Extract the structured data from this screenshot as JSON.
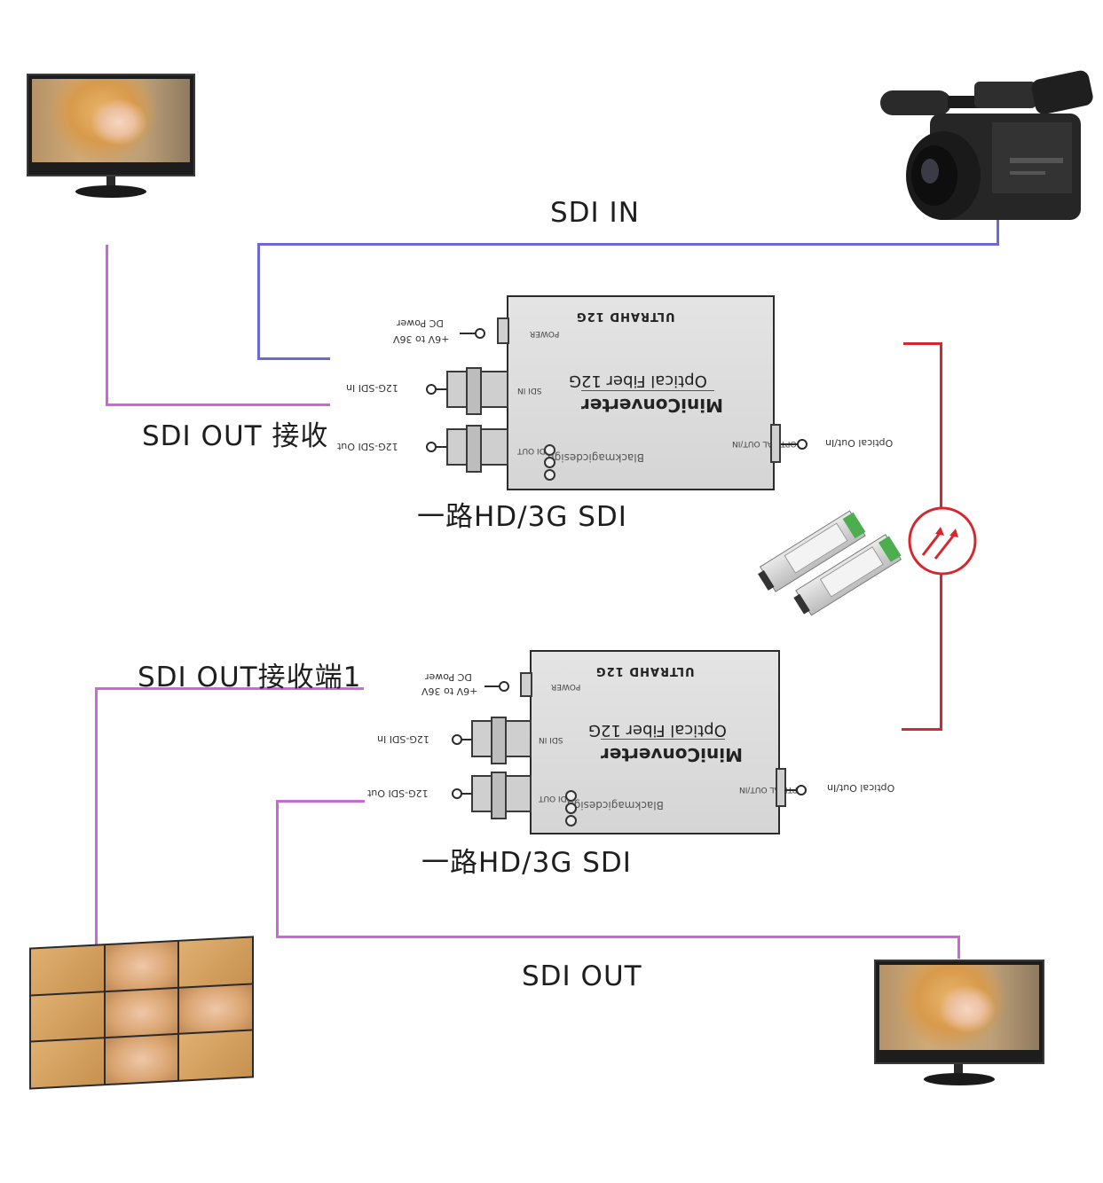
{
  "labels": {
    "sdi_in": "SDI IN",
    "sdi_out_recv": "SDI  OUT 接收",
    "single_hd_1": "一路HD/3G SDI",
    "sdi_out_recv_1": "SDI  OUT接收端1",
    "single_hd_2": "一路HD/3G SDI",
    "sdi_out": "SDI  OUT"
  },
  "converter": {
    "brand_badge": "ULTRAHD 12G",
    "product_line1": "MiniConverter",
    "product_line2": "Optical Fiber 12G",
    "maker": "Blackmagicdesign",
    "power_panel": "POWER",
    "sdi_in_panel": "SDI IN",
    "sdi_out_panel": "SDI OUT",
    "optical_panel": "OPTICAL OUT/IN",
    "callouts": {
      "dc_power": "DC Power",
      "voltage": "+6V to 36V",
      "sdi_in": "12G-SDI In",
      "sdi_out": "12G-SDI Out",
      "optical": "Optical Out/In"
    }
  },
  "colors": {
    "wire_blue": "#6a6ad0",
    "wire_purple": "#c86ad6",
    "fiber_red": "#d8262e",
    "box_fill": "#dcdcdc"
  },
  "icons": {
    "signal_icon": "fiber-signal-icon",
    "camera": "camcorder-icon",
    "monitor": "monitor-icon",
    "video_wall": "video-wall-icon",
    "sfp": "sfp-module-icon"
  }
}
